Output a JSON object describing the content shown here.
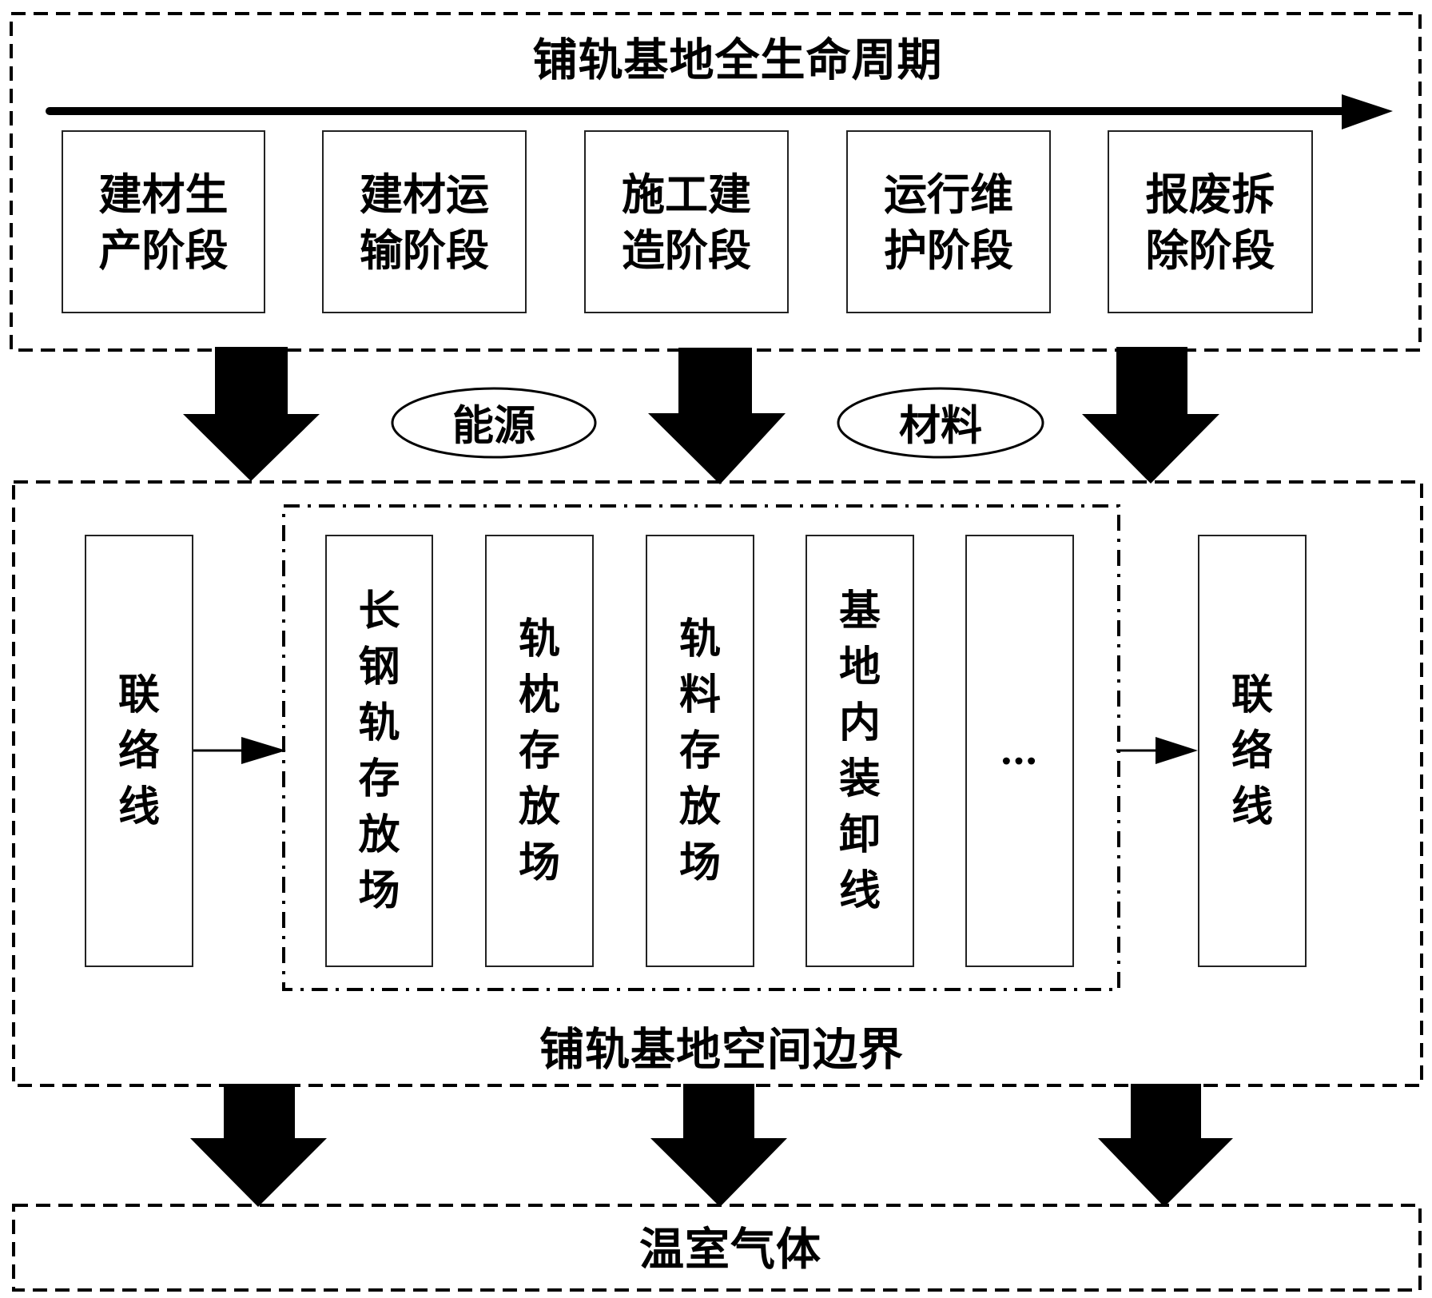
{
  "lifecycle": {
    "title": "铺轨基地全生命周期",
    "stages": [
      {
        "label": "建材生产阶段"
      },
      {
        "label": "建材运输阶段"
      },
      {
        "label": "施工建造阶段"
      },
      {
        "label": "运行维护阶段"
      },
      {
        "label": "报废拆除阶段"
      }
    ]
  },
  "inputs": [
    {
      "label": "能源"
    },
    {
      "label": "材料"
    }
  ],
  "spatial_boundary": {
    "title": "铺轨基地空间边界",
    "left_connector": "联络线",
    "right_connector": "联络线",
    "areas": [
      {
        "label": "长钢轨存放场"
      },
      {
        "label": "轨枕存放场"
      },
      {
        "label": "轨料存放场"
      },
      {
        "label": "基地内装卸线"
      },
      {
        "label": "…"
      }
    ]
  },
  "output": {
    "label": "温室气体"
  },
  "colors": {
    "stroke": "#000000",
    "background": "#ffffff"
  }
}
